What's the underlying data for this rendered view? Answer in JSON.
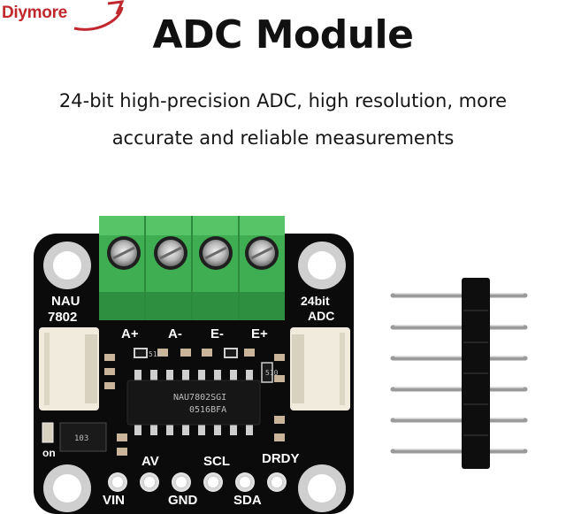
{
  "brand": {
    "name": "Diymore",
    "color": "#c0282d"
  },
  "title": "ADC Module",
  "subtitle": {
    "line1": "24-bit high-precision ADC, high resolution, more",
    "line2": "accurate and reliable measurements"
  },
  "board": {
    "left_label_1": "NAU",
    "left_label_2": "7802",
    "right_label_1": "24bit",
    "right_label_2": "ADC",
    "terminals": [
      "A+",
      "A-",
      "E-",
      "E+"
    ],
    "pins_top": [
      "AV",
      "SCL",
      "DRDY"
    ],
    "pins_bottom": [
      "VIN",
      "GND",
      "SDA"
    ],
    "led_label": "on",
    "chip_text_1": "NAU7802SGI",
    "chip_text_2": "0516BFA",
    "resistor_text_1": "510",
    "resistor_text_2": "510",
    "resistor_text_3": "103",
    "colors": {
      "pcb": "#0b0b0b",
      "terminal": "#3fae52",
      "header": "#0e0e0e"
    }
  }
}
